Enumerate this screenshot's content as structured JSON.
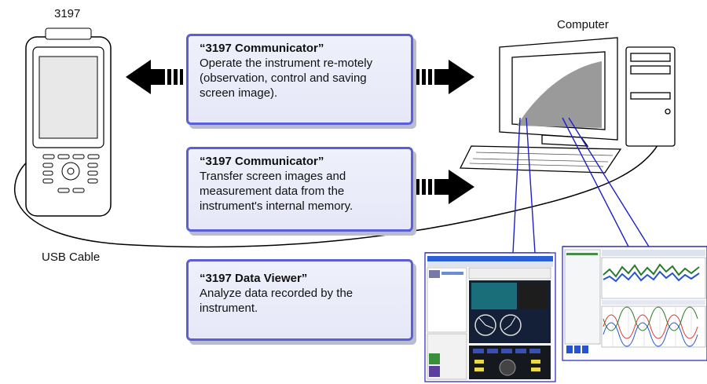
{
  "labels": {
    "device": "3197",
    "computer": "Computer",
    "cable": "USB Cable"
  },
  "boxes": [
    {
      "title": "“3197 Communicator”",
      "text": "Operate the instrument re-motely (observation, control and saving screen image)."
    },
    {
      "title": "“3197 Communicator”",
      "text": "Transfer screen images and measurement data from the instrument's internal memory."
    },
    {
      "title": "“3197 Data Viewer”",
      "text": "Analyze data recorded by the instrument."
    }
  ],
  "colors": {
    "box_border": "#5a5fd6",
    "box_fill": "#eceefa",
    "connector_line": "#1f1fc8",
    "arrow": "#000000"
  }
}
